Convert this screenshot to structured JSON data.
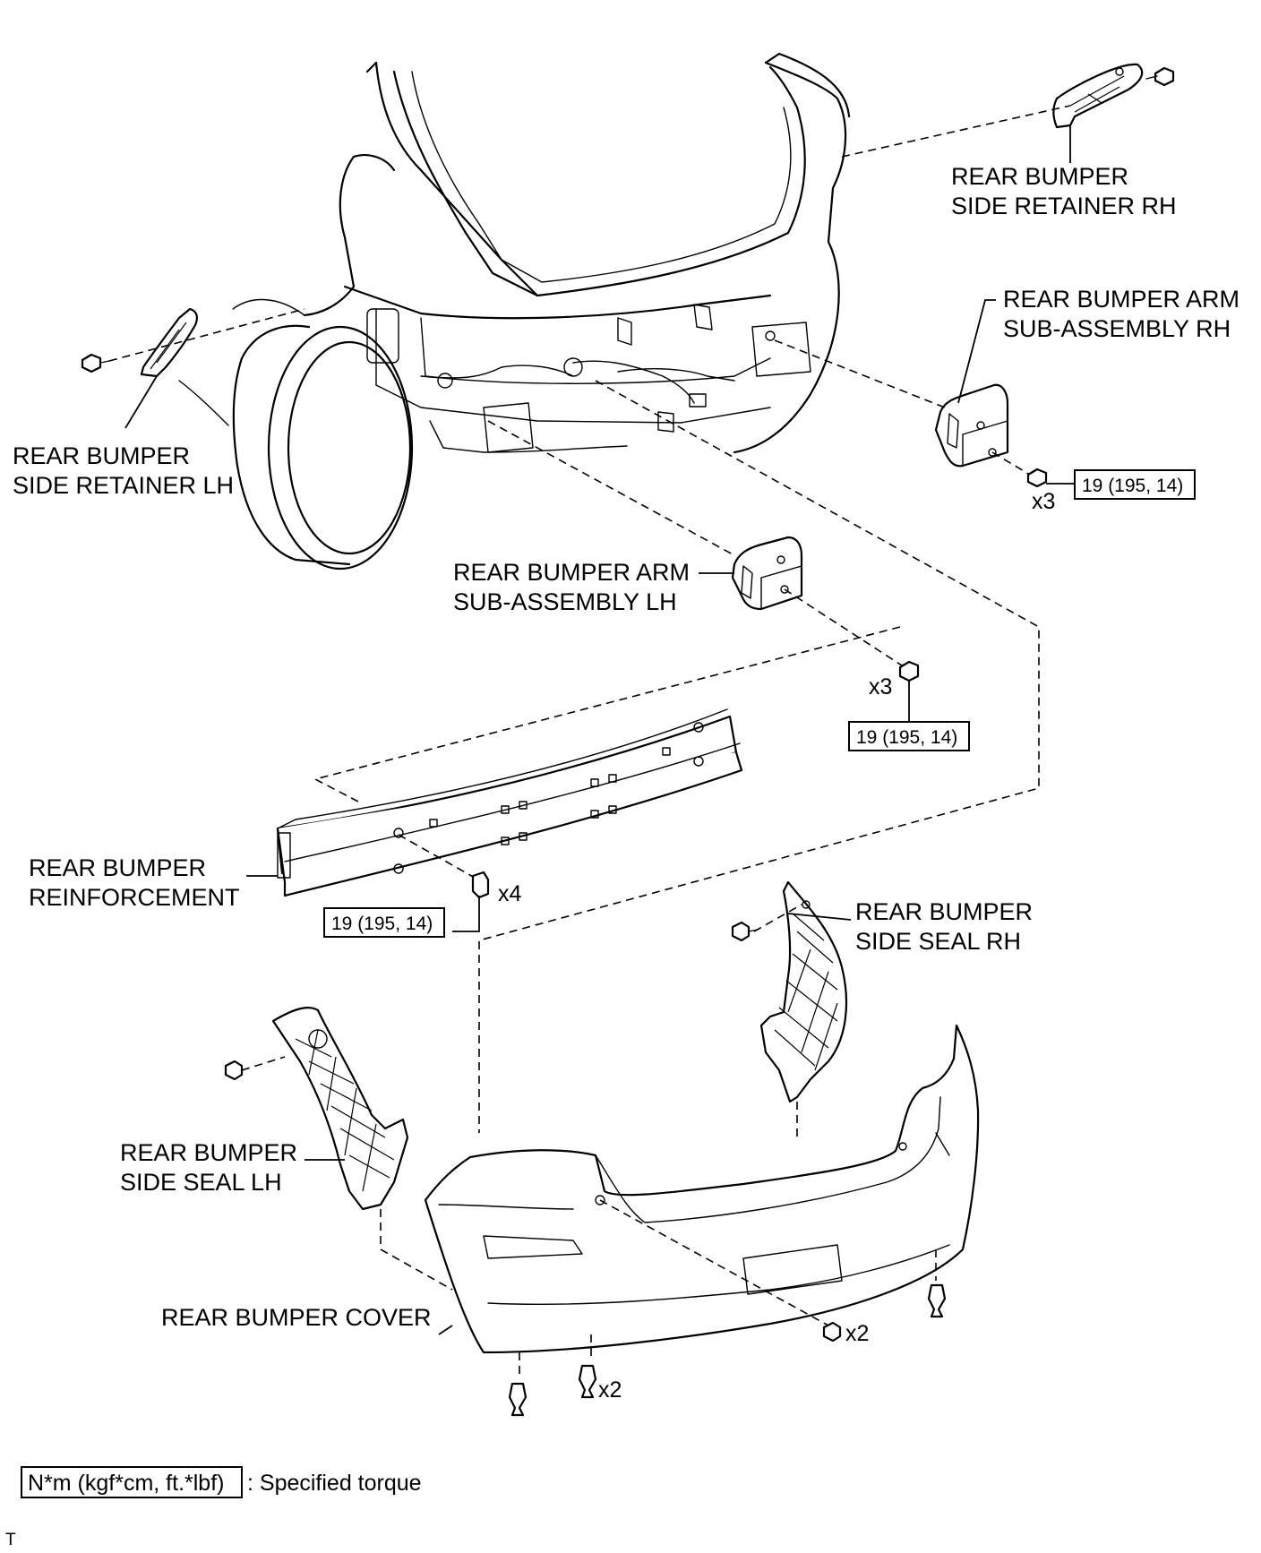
{
  "labels": {
    "side_retainer_rh": [
      "REAR BUMPER",
      "SIDE RETAINER RH"
    ],
    "side_retainer_lh": [
      "REAR BUMPER",
      "SIDE RETAINER LH"
    ],
    "arm_rh": [
      "REAR BUMPER ARM",
      "SUB-ASSEMBLY RH"
    ],
    "arm_lh": [
      "REAR BUMPER ARM",
      "SUB-ASSEMBLY LH"
    ],
    "reinforcement": [
      "REAR BUMPER",
      "REINFORCEMENT"
    ],
    "side_seal_rh": [
      "REAR BUMPER",
      "SIDE SEAL RH"
    ],
    "side_seal_lh": [
      "REAR BUMPER",
      "SIDE SEAL LH"
    ],
    "cover": "REAR BUMPER COVER"
  },
  "torque": {
    "arm_rh": "19 (195, 14)",
    "arm_lh": "19 (195, 14)",
    "reinforcement": "19 (195, 14)"
  },
  "quantities": {
    "arm_rh_bolts": "x3",
    "arm_lh_bolts": "x3",
    "reinforcement_bolts": "x4",
    "cover_screws": "x2",
    "cover_clips": "x2"
  },
  "legend": {
    "unit_box": "N*m (kgf*cm, ft.*lbf)",
    "text": ": Specified torque"
  },
  "corner_mark": "T"
}
